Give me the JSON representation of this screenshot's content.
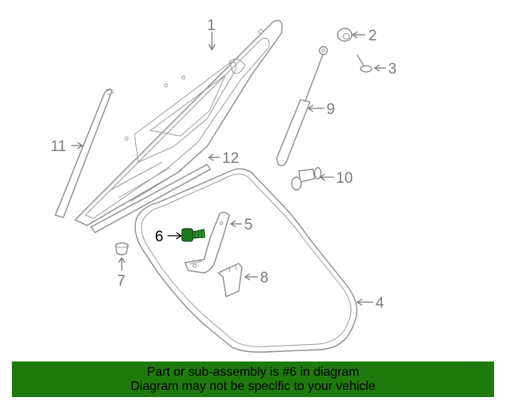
{
  "diagram": {
    "callouts": {
      "c1": "1",
      "c2": "2",
      "c3": "3",
      "c4": "4",
      "c5": "5",
      "c6": "6",
      "c7": "7",
      "c8": "8",
      "c9": "9",
      "c10": "10",
      "c11": "11",
      "c12": "12"
    },
    "highlighted_part": "6",
    "highlight_color": "#1a7a1a"
  },
  "banner": {
    "line1": "Part or sub-assembly is #6 in diagram",
    "line2": "Diagram may not be specific to your vehicle",
    "background": "#1f7a0d"
  }
}
